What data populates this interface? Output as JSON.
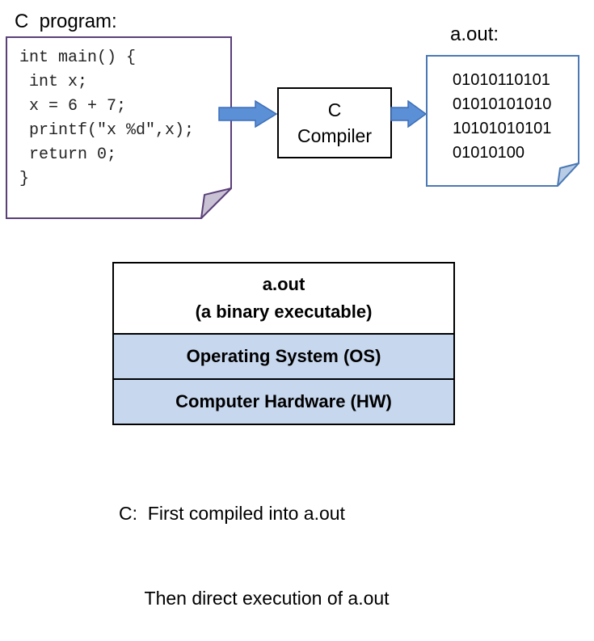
{
  "program_label": "C  program:",
  "output_label": "a.out:",
  "source_code": "int main() {\n int x;\n x = 6 + 7;\n printf(\"x %d\",x);\n return 0;\n}",
  "compiler": {
    "line1": "C",
    "line2": "Compiler"
  },
  "binary_lines": [
    "01010110101",
    "01010101010",
    "10101010101",
    "01010100"
  ],
  "stack": {
    "top_line1": "a.out",
    "top_line2": "(a binary executable)",
    "os": "Operating System (OS)",
    "hw": "Computer Hardware (HW)"
  },
  "caption": {
    "line1": "C:  First compiled into a.out",
    "line2": "     Then direct execution of a.out"
  },
  "colors": {
    "note_border_left": "#5a3f78",
    "note_border_right": "#4a79b5",
    "arrow_fill": "#5b8fd6",
    "layer_fill": "#c7d7ee"
  }
}
